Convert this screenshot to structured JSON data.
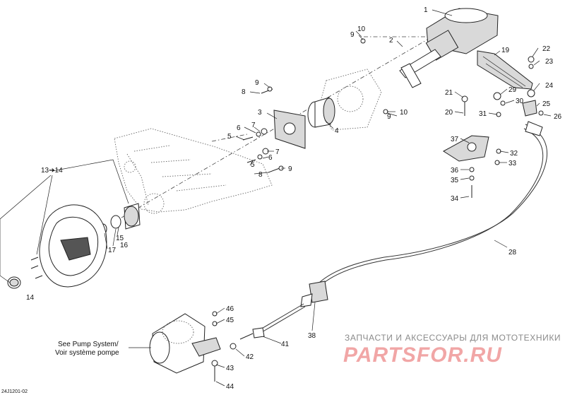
{
  "diagram": {
    "callouts": [
      {
        "id": "c1",
        "text": "1"
      },
      {
        "id": "c2",
        "text": "2"
      },
      {
        "id": "c3",
        "text": "3"
      },
      {
        "id": "c4",
        "text": "4"
      },
      {
        "id": "c5a",
        "text": "5"
      },
      {
        "id": "c5b",
        "text": "5"
      },
      {
        "id": "c6a",
        "text": "6"
      },
      {
        "id": "c6b",
        "text": "6"
      },
      {
        "id": "c7a",
        "text": "7"
      },
      {
        "id": "c7b",
        "text": "7"
      },
      {
        "id": "c8a",
        "text": "8"
      },
      {
        "id": "c8b",
        "text": "8"
      },
      {
        "id": "c9a",
        "text": "9"
      },
      {
        "id": "c9b",
        "text": "9"
      },
      {
        "id": "c9c",
        "text": "9"
      },
      {
        "id": "c9d",
        "text": "9"
      },
      {
        "id": "c10a",
        "text": "10"
      },
      {
        "id": "c10b",
        "text": "10"
      },
      {
        "id": "c13",
        "text": "13➔14"
      },
      {
        "id": "c14",
        "text": "14"
      },
      {
        "id": "c15",
        "text": "15"
      },
      {
        "id": "c16",
        "text": "16"
      },
      {
        "id": "c17",
        "text": "17"
      },
      {
        "id": "c19",
        "text": "19"
      },
      {
        "id": "c20",
        "text": "20"
      },
      {
        "id": "c21",
        "text": "21"
      },
      {
        "id": "c22",
        "text": "22"
      },
      {
        "id": "c23",
        "text": "23"
      },
      {
        "id": "c24",
        "text": "24"
      },
      {
        "id": "c25",
        "text": "25"
      },
      {
        "id": "c26",
        "text": "26"
      },
      {
        "id": "c28",
        "text": "28"
      },
      {
        "id": "c29",
        "text": "29"
      },
      {
        "id": "c30",
        "text": "30"
      },
      {
        "id": "c31",
        "text": "31"
      },
      {
        "id": "c32",
        "text": "32"
      },
      {
        "id": "c33",
        "text": "33"
      },
      {
        "id": "c34",
        "text": "34"
      },
      {
        "id": "c35",
        "text": "35"
      },
      {
        "id": "c36",
        "text": "36"
      },
      {
        "id": "c37",
        "text": "37"
      },
      {
        "id": "c38",
        "text": "38"
      },
      {
        "id": "c41",
        "text": "41"
      },
      {
        "id": "c42",
        "text": "42"
      },
      {
        "id": "c43",
        "text": "43"
      },
      {
        "id": "c44",
        "text": "44"
      },
      {
        "id": "c45",
        "text": "45"
      },
      {
        "id": "c46",
        "text": "46"
      }
    ],
    "note_line1": "See Pump System/",
    "note_line2": "Voir système pompe",
    "drawing_code": "24J1201-02"
  },
  "watermark": {
    "tagline": "ЗАПЧАСТИ И АКСЕССУАРЫ ДЛЯ МОТОТЕХНИКИ",
    "brand": "PARTSFOR.RU",
    "brand_color": "#e23b3b"
  }
}
